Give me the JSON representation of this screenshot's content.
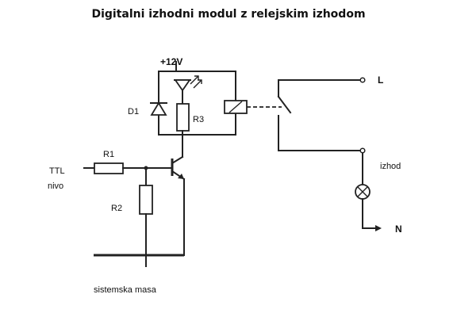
{
  "title": "Digitalni izhodni modul z relejskim izhodom",
  "labels": {
    "supply": "+12V",
    "d1": "D1",
    "r3": "R3",
    "r1": "R1",
    "r2": "R2",
    "ttl_line1": "TTL",
    "ttl_line2": "nivo",
    "ground": "sistemska masa",
    "l": "L",
    "n": "N",
    "output": "izhod"
  },
  "colors": {
    "ink": "#222222",
    "background": "#ffffff"
  }
}
